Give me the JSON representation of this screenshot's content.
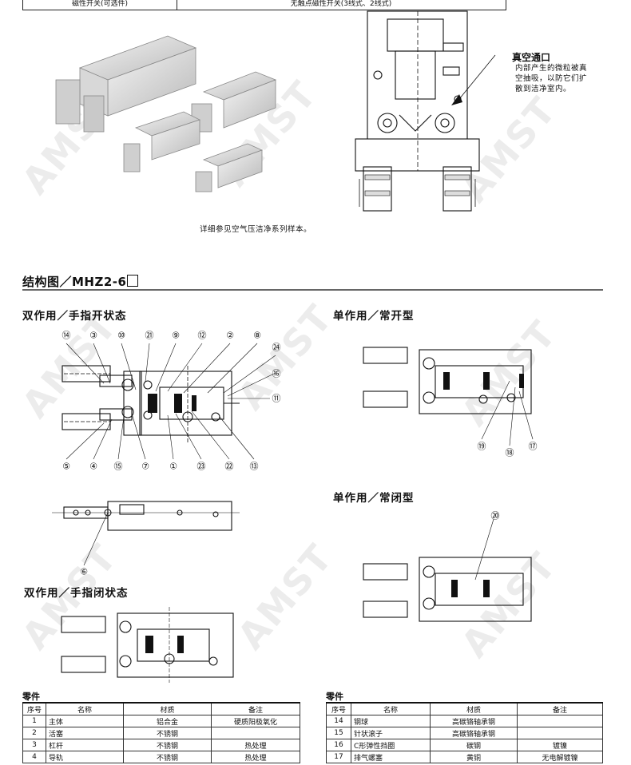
{
  "top_table": {
    "label": "磁性开关(可选件)",
    "value": "无触点磁性开关(3线式、2线式)"
  },
  "vacuum": {
    "title": "真空通口",
    "desc_lines": [
      "内部产生的微粒被真",
      "空抽吸，以防它们扩",
      "散到洁净室内。"
    ]
  },
  "photo_caption": "详细参见空气压洁净系列样本。",
  "section_title": "结构图／MHZ2-6",
  "subsections": {
    "double_open": "双作用／手指开状态",
    "single_no": "单作用／常开型",
    "single_nc": "单作用／常闭型",
    "double_closed": "双作用／手指闭状态"
  },
  "callouts": {
    "top_row": [
      "⑭",
      "③",
      "⑩",
      "㉑",
      "⑨",
      "⑫",
      "②",
      "⑧"
    ],
    "right_col": [
      "㉔",
      "⑯",
      "⑪"
    ],
    "bottom_row": [
      "⑤",
      "④",
      "⑮",
      "⑦",
      "①",
      "㉓",
      "㉒",
      "⑬"
    ],
    "detail": "⑥",
    "single_no": [
      "⑲",
      "⑱",
      "⑰"
    ],
    "single_nc": "⑳"
  },
  "parts_label": "零件",
  "parts_headers": [
    "序号",
    "名称",
    "材质",
    "备注"
  ],
  "parts_left": [
    {
      "no": "1",
      "name": "主体",
      "material": "铝合金",
      "note": "硬质阳极氧化"
    },
    {
      "no": "2",
      "name": "活塞",
      "material": "不锈钢",
      "note": ""
    },
    {
      "no": "3",
      "name": "杠杆",
      "material": "不锈钢",
      "note": "热处理"
    },
    {
      "no": "4",
      "name": "导轨",
      "material": "不锈钢",
      "note": "热处理"
    }
  ],
  "parts_right": [
    {
      "no": "14",
      "name": "钢球",
      "material": "高碳铬轴承钢",
      "note": ""
    },
    {
      "no": "15",
      "name": "针状滚子",
      "material": "高碳铬轴承钢",
      "note": ""
    },
    {
      "no": "16",
      "name": "C形弹性挡圈",
      "material": "碳钢",
      "note": "镀镍"
    },
    {
      "no": "17",
      "name": "排气螺塞",
      "material": "黄铜",
      "note": "无电解镀镍"
    }
  ],
  "watermark": "AMST"
}
